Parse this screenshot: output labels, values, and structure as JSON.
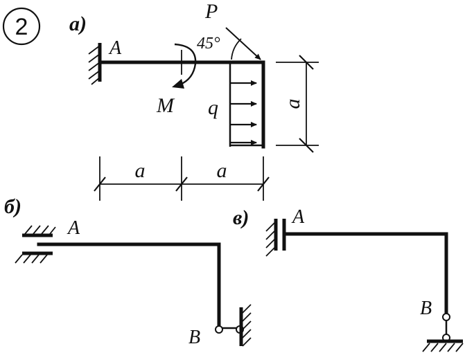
{
  "problem": {
    "number": "2"
  },
  "subfigures": {
    "a": {
      "label": "а)"
    },
    "b": {
      "label": "б)"
    },
    "v": {
      "label": "в)"
    }
  },
  "labels": {
    "A_a": "A",
    "P": "P",
    "angle": "45°",
    "M": "M",
    "q": "q",
    "dim_vertical": "a",
    "dim_left": "a",
    "dim_right": "a",
    "A_b": "A",
    "B_b": "B",
    "A_v": "A",
    "B_v": "B"
  },
  "colors": {
    "ink": "#111111",
    "background": "#ffffff"
  }
}
